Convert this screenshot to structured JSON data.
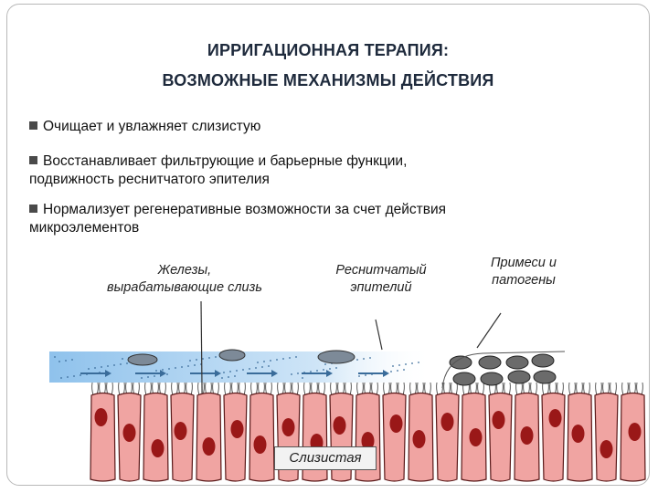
{
  "title": {
    "line1": "ИРРИГАЦИОННАЯ ТЕРАПИЯ:",
    "line2": "ВОЗМОЖНЫЕ МЕХАНИЗМЫ ДЕЙСТВИЯ"
  },
  "bullets": [
    {
      "text": "Очищает и увлажняет слизистую",
      "text2": ""
    },
    {
      "text": "Восстанавливает фильтрующие и барьерные функции,",
      "text2": "подвижность реснитчатого эпителия"
    },
    {
      "text": "Нормализует регенеративные возможности за счет действия",
      "text2": "микроэлементов"
    }
  ],
  "labels": {
    "glands_1": "Железы,",
    "glands_2": "вырабатывающие слизь",
    "ciliated_1": "Реснитчатый",
    "ciliated_2": "эпителий",
    "impurities_1": "Примеси и",
    "impurities_2": "патогены",
    "mucosa": "Слизистая"
  },
  "colors": {
    "cell_fill": "#f0a4a2",
    "cell_stroke": "#5a1a1a",
    "nucleus": "#9a1818",
    "mucus_layer": "#b8d8f2",
    "bullet_square": "#4a4a4a"
  }
}
